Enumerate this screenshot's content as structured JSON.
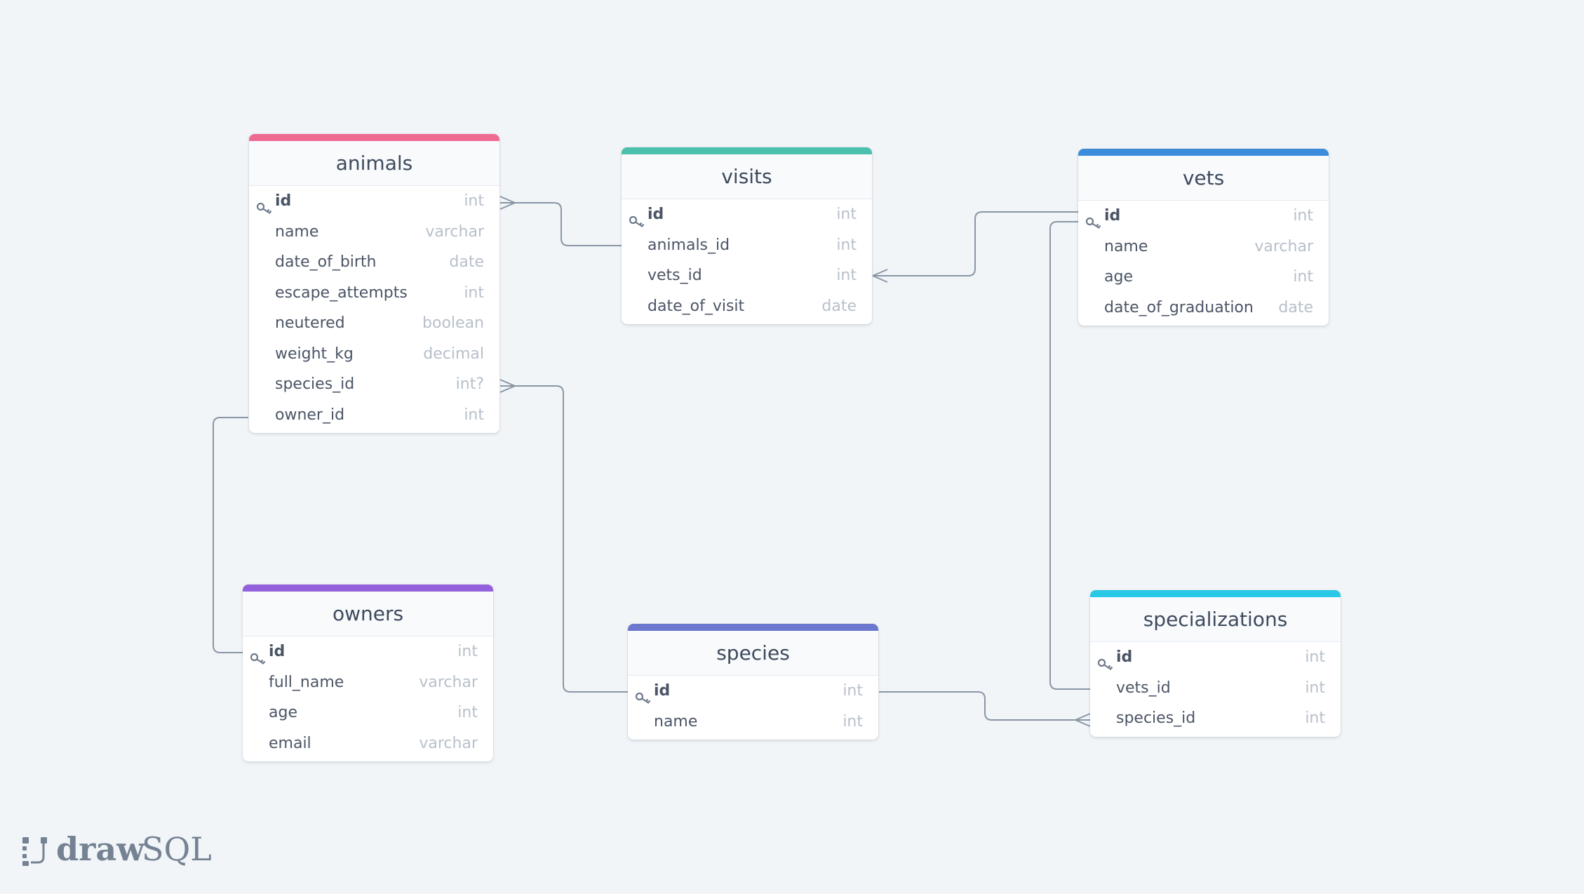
{
  "brand": {
    "draw": "draw",
    "sql": "SQL"
  },
  "colors": {
    "background": "#f1f5f8",
    "connector": "#8a96a6"
  },
  "tables": {
    "animals": {
      "name": "animals",
      "accent": "#ee6b92",
      "columns": [
        {
          "name": "id",
          "type": "int",
          "pk": true
        },
        {
          "name": "name",
          "type": "varchar"
        },
        {
          "name": "date_of_birth",
          "type": "date"
        },
        {
          "name": "escape_attempts",
          "type": "int"
        },
        {
          "name": "neutered",
          "type": "boolean"
        },
        {
          "name": "weight_kg",
          "type": "decimal"
        },
        {
          "name": "species_id",
          "type": "int?"
        },
        {
          "name": "owner_id",
          "type": "int"
        }
      ]
    },
    "visits": {
      "name": "visits",
      "accent": "#4dbfad",
      "columns": [
        {
          "name": "id",
          "type": "int",
          "pk": true
        },
        {
          "name": "animals_id",
          "type": "int"
        },
        {
          "name": "vets_id",
          "type": "int"
        },
        {
          "name": "date_of_visit",
          "type": "date"
        }
      ]
    },
    "vets": {
      "name": "vets",
      "accent": "#3b8ddb",
      "columns": [
        {
          "name": "id",
          "type": "int",
          "pk": true
        },
        {
          "name": "name",
          "type": "varchar"
        },
        {
          "name": "age",
          "type": "int"
        },
        {
          "name": "date_of_graduation",
          "type": "date"
        }
      ]
    },
    "owners": {
      "name": "owners",
      "accent": "#9461dc",
      "columns": [
        {
          "name": "id",
          "type": "int",
          "pk": true
        },
        {
          "name": "full_name",
          "type": "varchar"
        },
        {
          "name": "age",
          "type": "int"
        },
        {
          "name": "email",
          "type": "varchar"
        }
      ]
    },
    "species": {
      "name": "species",
      "accent": "#6b76cf",
      "columns": [
        {
          "name": "id",
          "type": "int",
          "pk": true
        },
        {
          "name": "name",
          "type": "int"
        }
      ]
    },
    "specializations": {
      "name": "specializations",
      "accent": "#29c8e6",
      "columns": [
        {
          "name": "id",
          "type": "int",
          "pk": true
        },
        {
          "name": "vets_id",
          "type": "int"
        },
        {
          "name": "species_id",
          "type": "int"
        }
      ]
    }
  },
  "relationships": [
    {
      "from": "visits.animals_id",
      "to": "animals.id",
      "many_end": "animals.id"
    },
    {
      "from": "visits.vets_id",
      "to": "vets.id",
      "many_end": "visits.vets_id"
    },
    {
      "from": "animals.species_id",
      "to": "species.id",
      "many_end": "animals.species_id"
    },
    {
      "from": "animals.owner_id",
      "to": "owners.id",
      "many_end": "none"
    },
    {
      "from": "specializations.vets_id",
      "to": "vets.id",
      "many_end": "none"
    },
    {
      "from": "specializations.species_id",
      "to": "species.id",
      "many_end": "specializations.species_id"
    }
  ]
}
